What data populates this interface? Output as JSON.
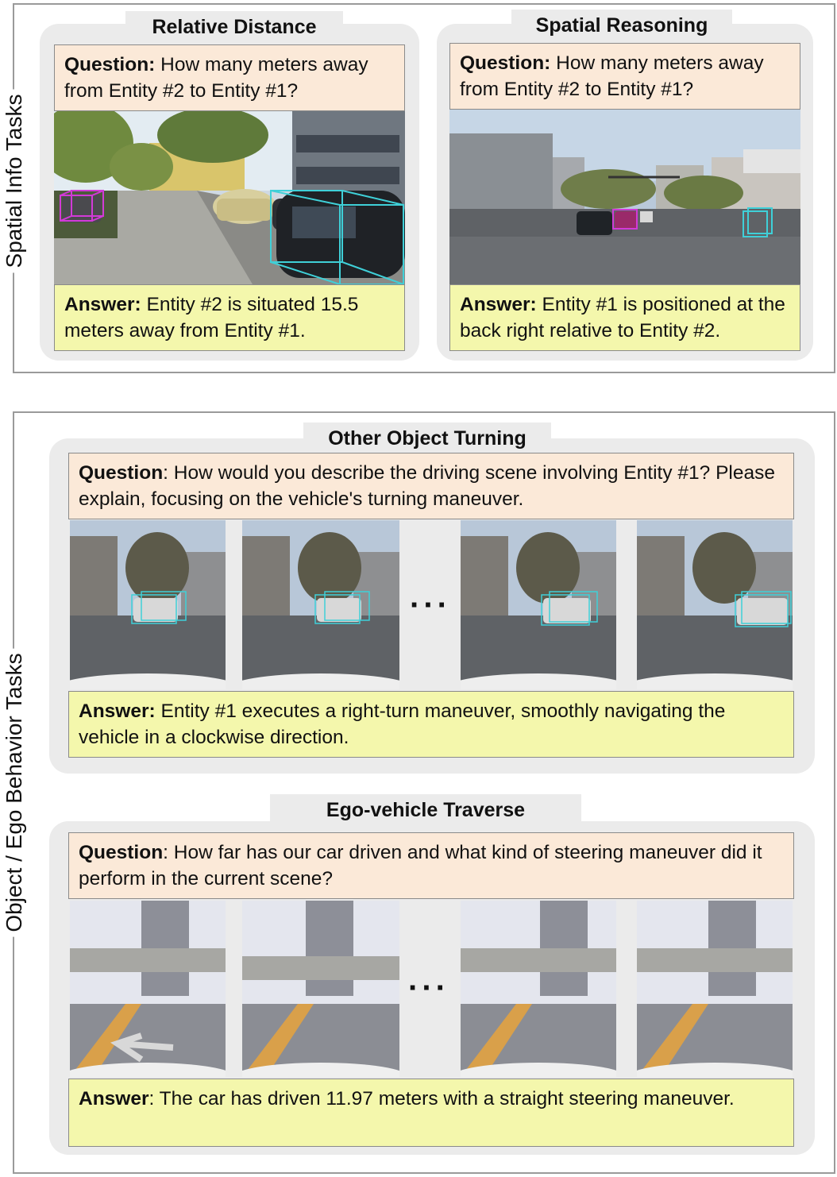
{
  "sections": {
    "spatial": {
      "label": "Spatial Info Tasks"
    },
    "behavior": {
      "label": "Object / Ego Behavior Tasks"
    }
  },
  "panels": {
    "relative_distance": {
      "title": "Relative Distance",
      "question_label": "Question:",
      "question_text": "How many meters away from Entity #2 to Entity #1?",
      "answer_label": "Answer:",
      "answer_text": "Entity #2 is situated 15.5 meters away from Entity #1."
    },
    "spatial_reasoning": {
      "title": "Spatial Reasoning",
      "question_label": "Question:",
      "question_text": "How many meters away from Entity #2 to Entity #1?",
      "answer_label": "Answer:",
      "answer_text": "Entity #1 is positioned at the back right relative to Entity #2."
    },
    "other_object_turning": {
      "title": "Other Object Turning",
      "question_label": "Question",
      "question_text": ": How would you describe the driving scene involving Entity #1? Please explain, focusing on the vehicle's turning maneuver.",
      "ellipsis": "···",
      "answer_label": "Answer:",
      "answer_text": "Entity #1 executes a right-turn maneuver, smoothly navigating the vehicle in a clockwise direction."
    },
    "ego_vehicle_traverse": {
      "title": "Ego-vehicle Traverse",
      "question_label": "Question",
      "question_text": ": How far has our car driven and what kind of steering maneuver did it perform in the current scene?",
      "ellipsis": "···",
      "answer_label": "Answer",
      "answer_text": ": The car has driven 11.97 meters with a straight steering maneuver."
    }
  },
  "colors": {
    "question_bg": "#fbe9d8",
    "answer_bg": "#f4f7ac",
    "panel_bg": "#ebebeb",
    "entity_box_magenta": "#d23ad8",
    "entity_box_cyan": "#3fd0d8"
  }
}
